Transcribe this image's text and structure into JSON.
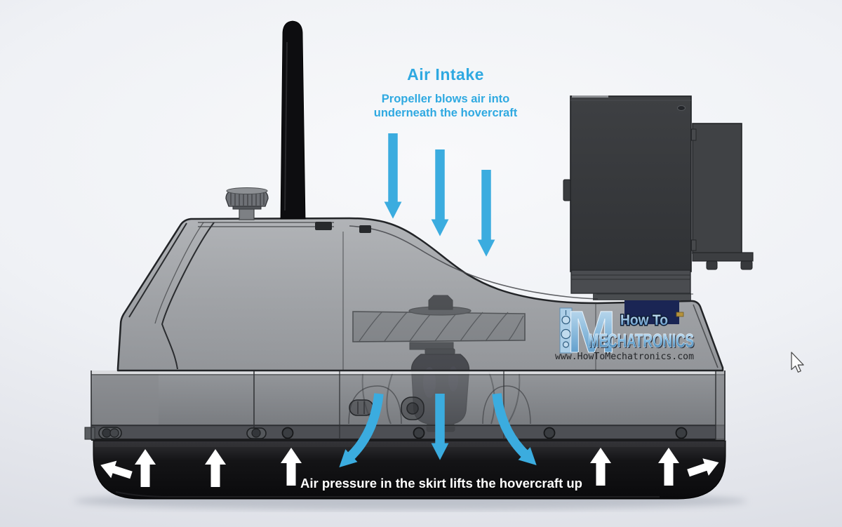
{
  "annotations": {
    "air_intake": {
      "title": "Air Intake",
      "line1": "Propeller blows air into",
      "line2": "underneath the hovercraft"
    },
    "skirt_caption": "Air pressure in the skirt lifts the hovercraft up"
  },
  "logo": {
    "m_letter": "M",
    "how_to": "How To",
    "brand": "MECHATRONICS",
    "url": "www.HowToMechatronics.com"
  },
  "airflow": {
    "intake_arrow_count": 3,
    "underhull_arrow_count": 3,
    "lift_arrow_count": 5,
    "side_escape_arrow_count": 2
  },
  "colors": {
    "annotation_blue": "#2fa9e1",
    "arrow_blue": "#3bacdf",
    "logo_navy": "#1a2554",
    "skirt_black": "#0e0e10",
    "lift_arrow_white": "#ffffff"
  },
  "cursor": {
    "icon": "mouse-pointer-arrow"
  }
}
